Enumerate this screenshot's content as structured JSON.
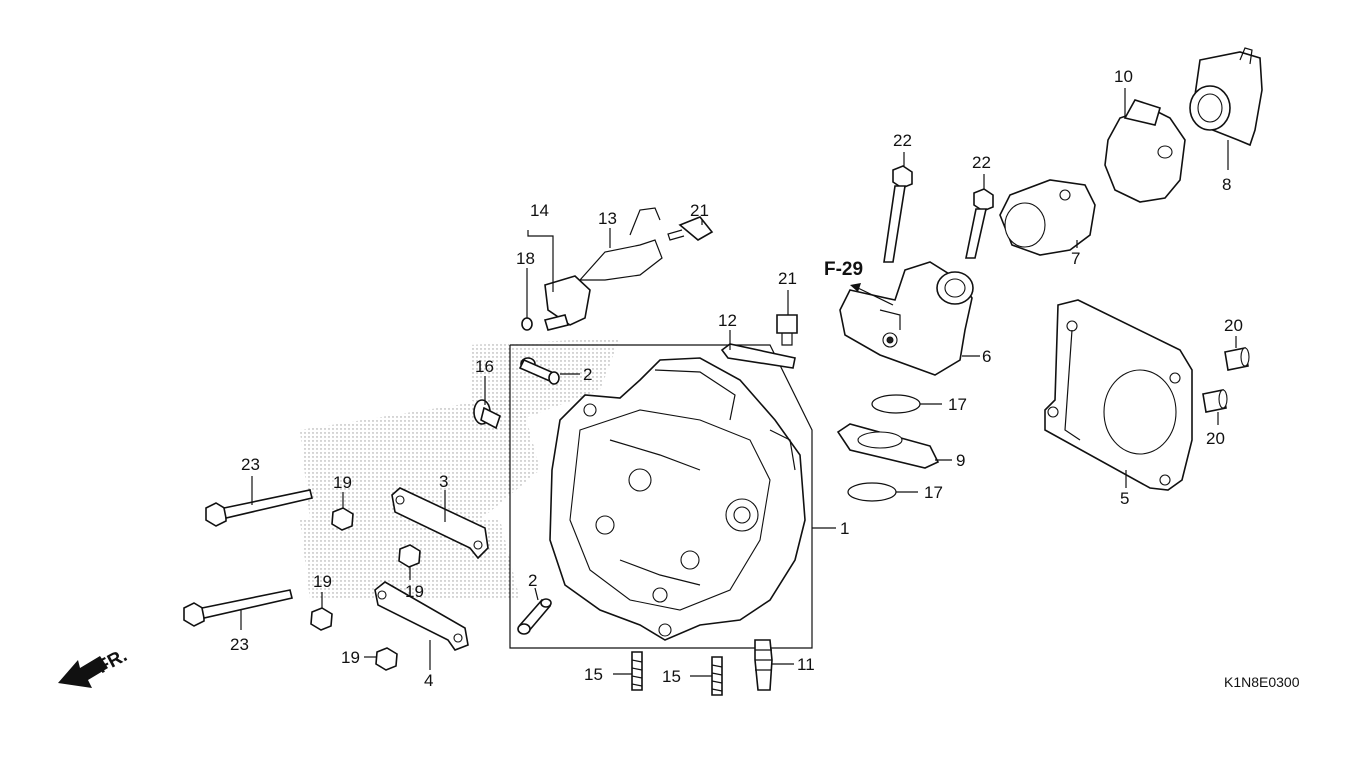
{
  "diagram": {
    "code": "K1N8E0300",
    "ref_label": "F-29",
    "front_label": "FR.",
    "callouts": {
      "c1": "1",
      "c2a": "2",
      "c2b": "2",
      "c3": "3",
      "c4": "4",
      "c5": "5",
      "c6": "6",
      "c7": "7",
      "c8": "8",
      "c9": "9",
      "c10": "10",
      "c11": "11",
      "c12": "12",
      "c13": "13",
      "c14": "14",
      "c15a": "15",
      "c15b": "15",
      "c16": "16",
      "c17a": "17",
      "c17b": "17",
      "c18": "18",
      "c19a": "19",
      "c19b": "19",
      "c19c": "19",
      "c19d": "19",
      "c20a": "20",
      "c20b": "20",
      "c21a": "21",
      "c21b": "21",
      "c22a": "22",
      "c22b": "22",
      "c23a": "23",
      "c23b": "23"
    }
  }
}
